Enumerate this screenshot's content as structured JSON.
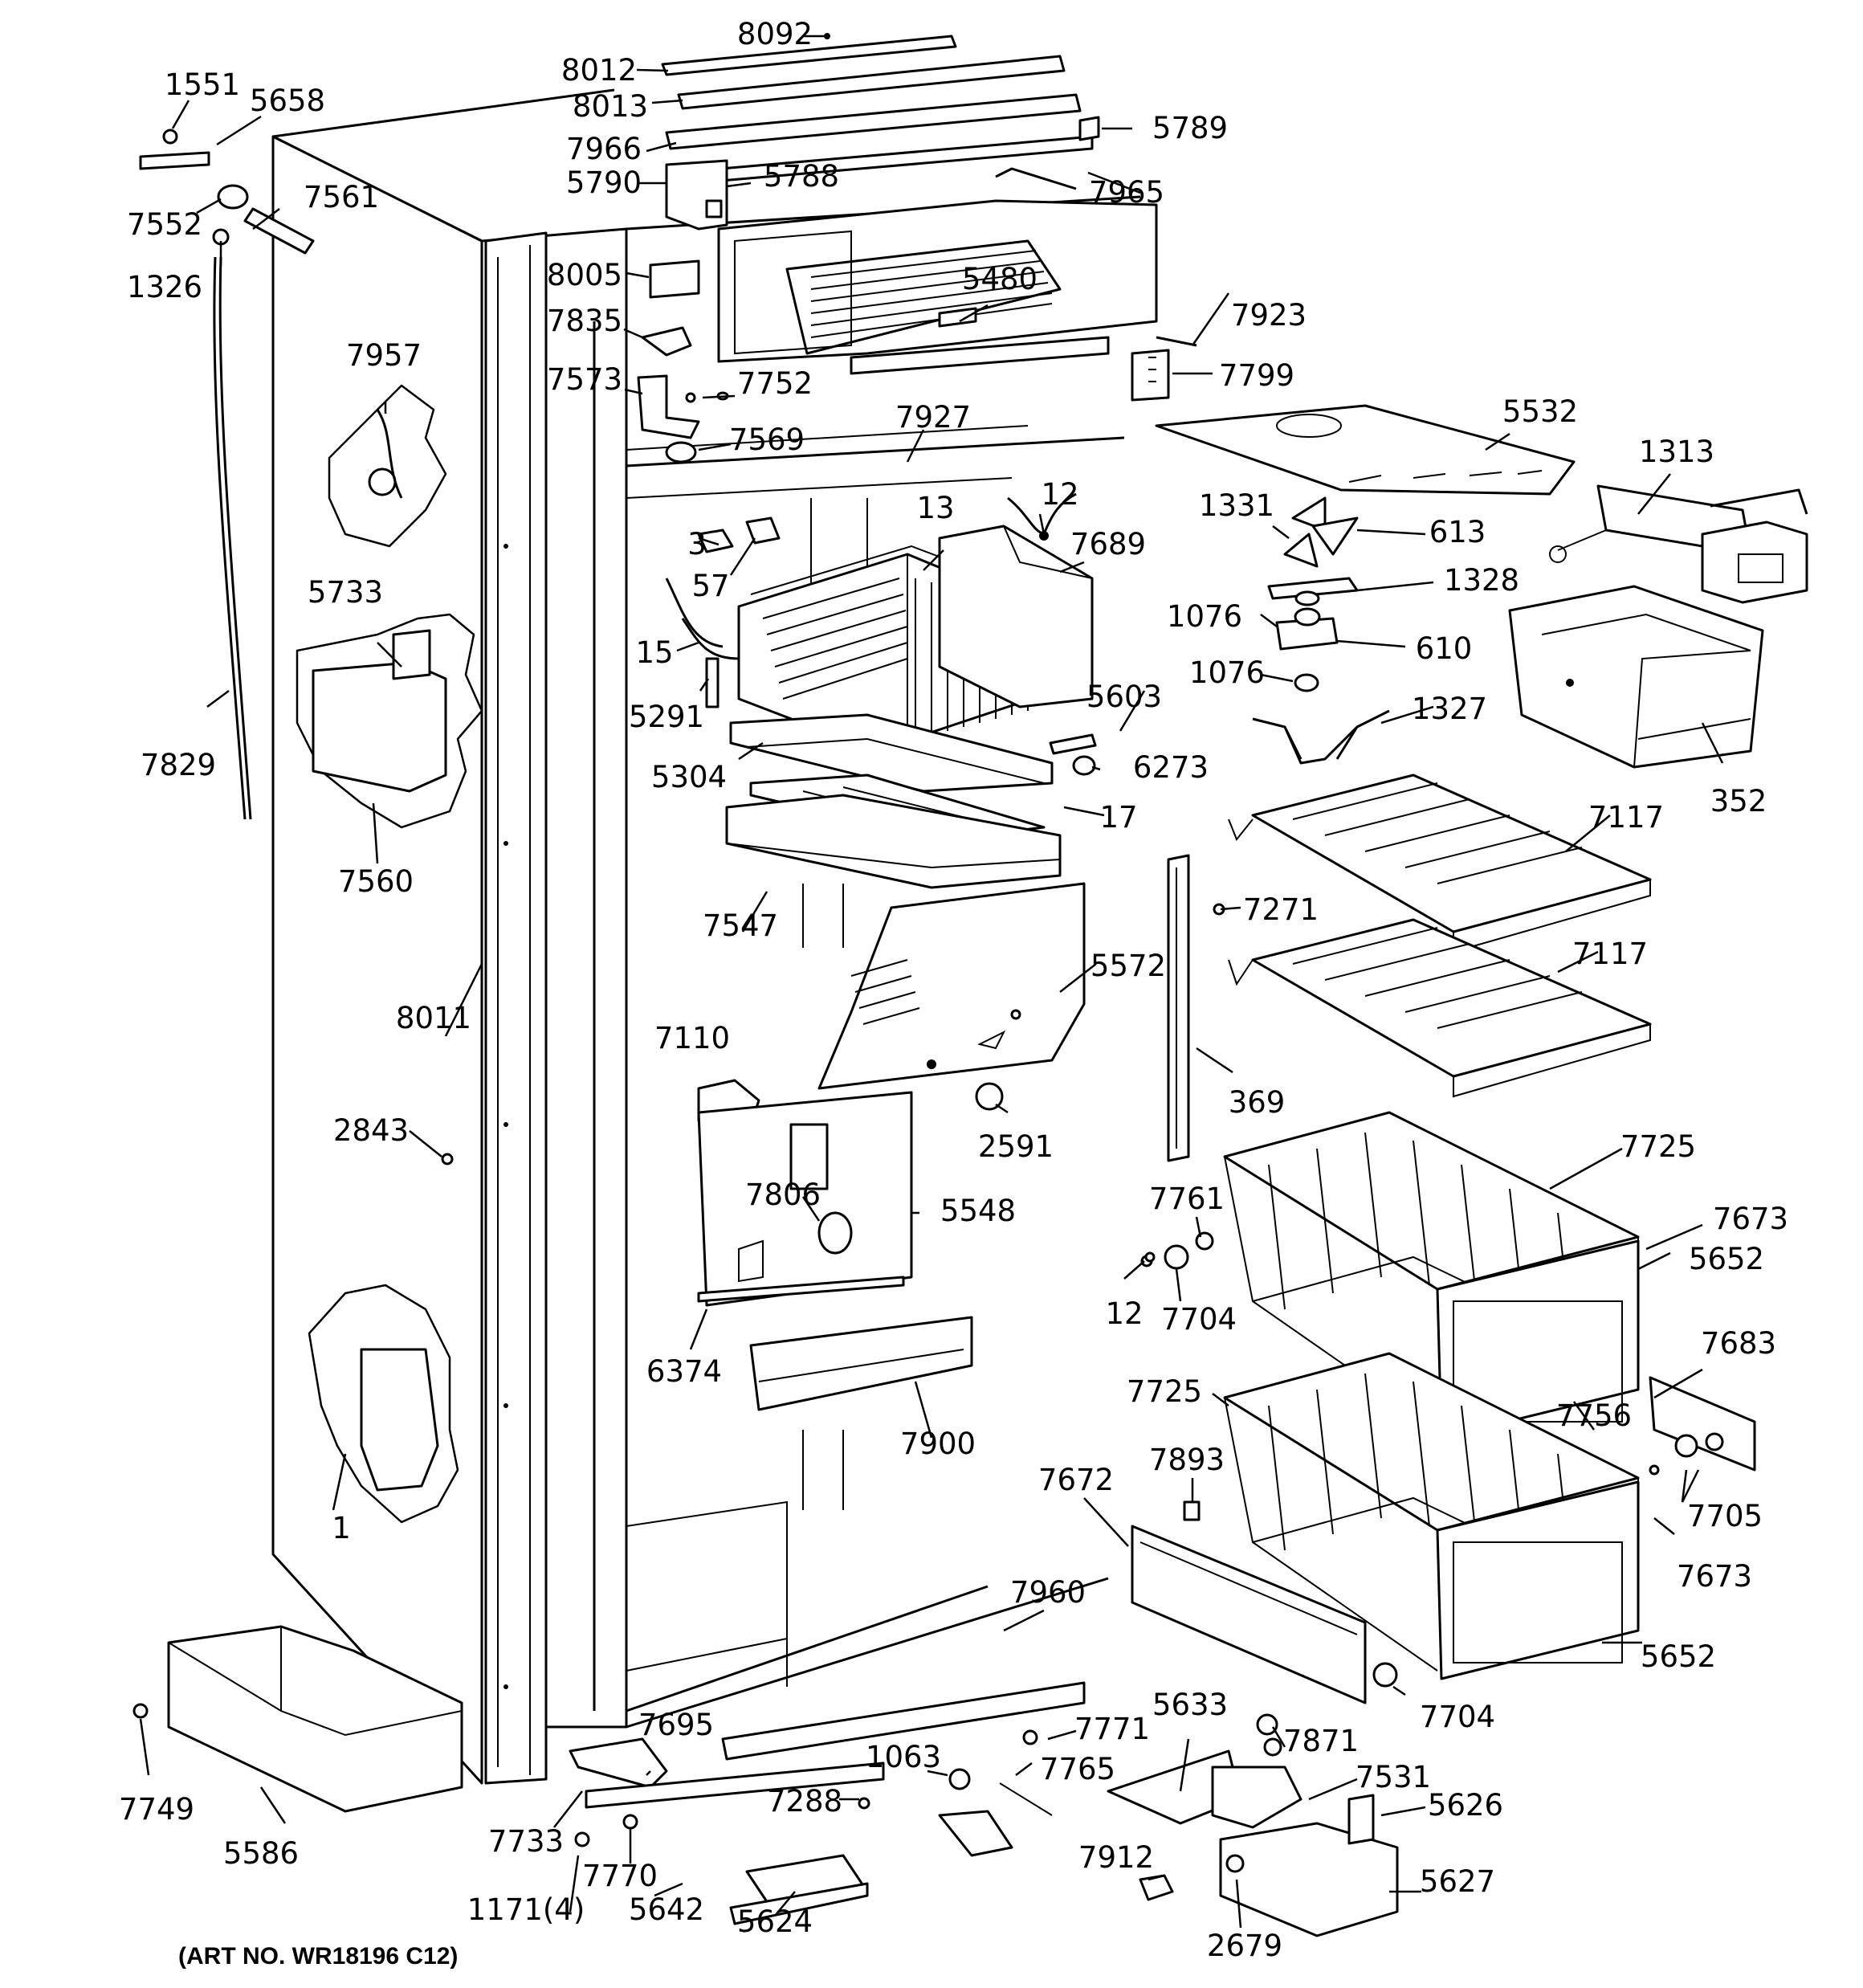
{
  "diagram": {
    "caption": "(ART NO. WR18196 C12)",
    "part_labels": [
      "8092",
      "8012",
      "8013",
      "7966",
      "5789",
      "5790",
      "5788",
      "7965",
      "1551",
      "5658",
      "7552",
      "7561",
      "1326",
      "8005",
      "5480",
      "7835",
      "7923",
      "7573",
      "7752",
      "7799",
      "7569",
      "7927",
      "5532",
      "7957",
      "1313",
      "1331",
      "613",
      "12",
      "13",
      "3",
      "7689",
      "57",
      "1328",
      "1076",
      "610",
      "15",
      "5291",
      "1076",
      "5603",
      "1327",
      "5733",
      "5304",
      "6273",
      "352",
      "17",
      "7829",
      "7117",
      "7560",
      "7271",
      "7547",
      "7117",
      "5572",
      "8011",
      "7110",
      "369",
      "2591",
      "2843",
      "7725",
      "7806",
      "7761",
      "5548",
      "7673",
      "5652",
      "12",
      "7704",
      "6374",
      "7683",
      "7725",
      "7900",
      "7756",
      "1",
      "7893",
      "7672",
      "7705",
      "7673",
      "7960",
      "5652",
      "7704",
      "7771",
      "5633",
      "7871",
      "7695",
      "1063",
      "7765",
      "7531",
      "7749",
      "5626",
      "7288",
      "7733",
      "5586",
      "7912",
      "7770",
      "5627",
      "1171(4)",
      "5642",
      "5624",
      "2679"
    ]
  }
}
